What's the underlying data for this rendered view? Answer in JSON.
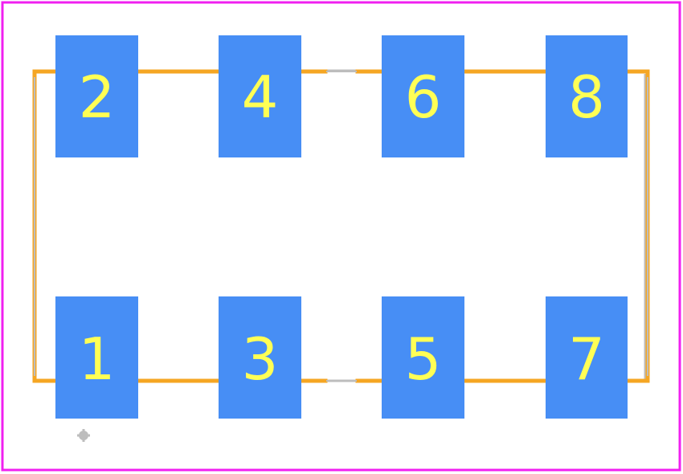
{
  "colors": {
    "background": "#ffffff",
    "courtyard": "#f020f0",
    "silkscreen": "#f5a623",
    "fab_outline": "#bdbdbd",
    "pad": "#478ef5",
    "pad_label": "#ffff55",
    "pin1_marker": "#bdbdbd"
  },
  "pads": {
    "top_row": [
      {
        "label": "2"
      },
      {
        "label": "4"
      },
      {
        "label": "6"
      },
      {
        "label": "8"
      }
    ],
    "bottom_row": [
      {
        "label": "1"
      },
      {
        "label": "3"
      },
      {
        "label": "5"
      },
      {
        "label": "7"
      }
    ]
  }
}
